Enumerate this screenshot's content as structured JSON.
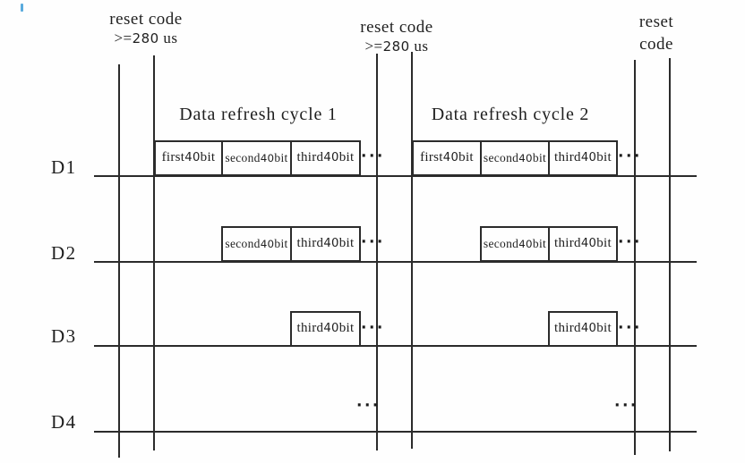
{
  "diagram": {
    "line_color": "#2b2b2b",
    "ellipsis": "···",
    "signals": [
      "D1",
      "D2",
      "D3",
      "D4"
    ],
    "reset_markers": [
      {
        "line1": "reset code",
        "line2": ">=280 us"
      },
      {
        "line1": "reset code",
        "line2": ">=280 us"
      },
      {
        "line1": "reset",
        "line2": "code"
      }
    ],
    "cycles": [
      {
        "title": "Data refresh cycle 1",
        "d1_boxes": [
          "first 40 bit",
          "second\n40 bit",
          "third 40 bit"
        ],
        "d2_boxes": [
          "second\n40bit",
          "third 40 bit"
        ],
        "d3_boxes": [
          "third 40bit"
        ]
      },
      {
        "title": "Data refresh cycle 2",
        "d1_boxes": [
          "first 40 bit",
          "second\n40 bit",
          "third 40 bit"
        ],
        "d2_boxes": [
          "second\n40bit",
          "third 40 bit"
        ],
        "d3_boxes": [
          "third 40bit"
        ]
      }
    ]
  }
}
